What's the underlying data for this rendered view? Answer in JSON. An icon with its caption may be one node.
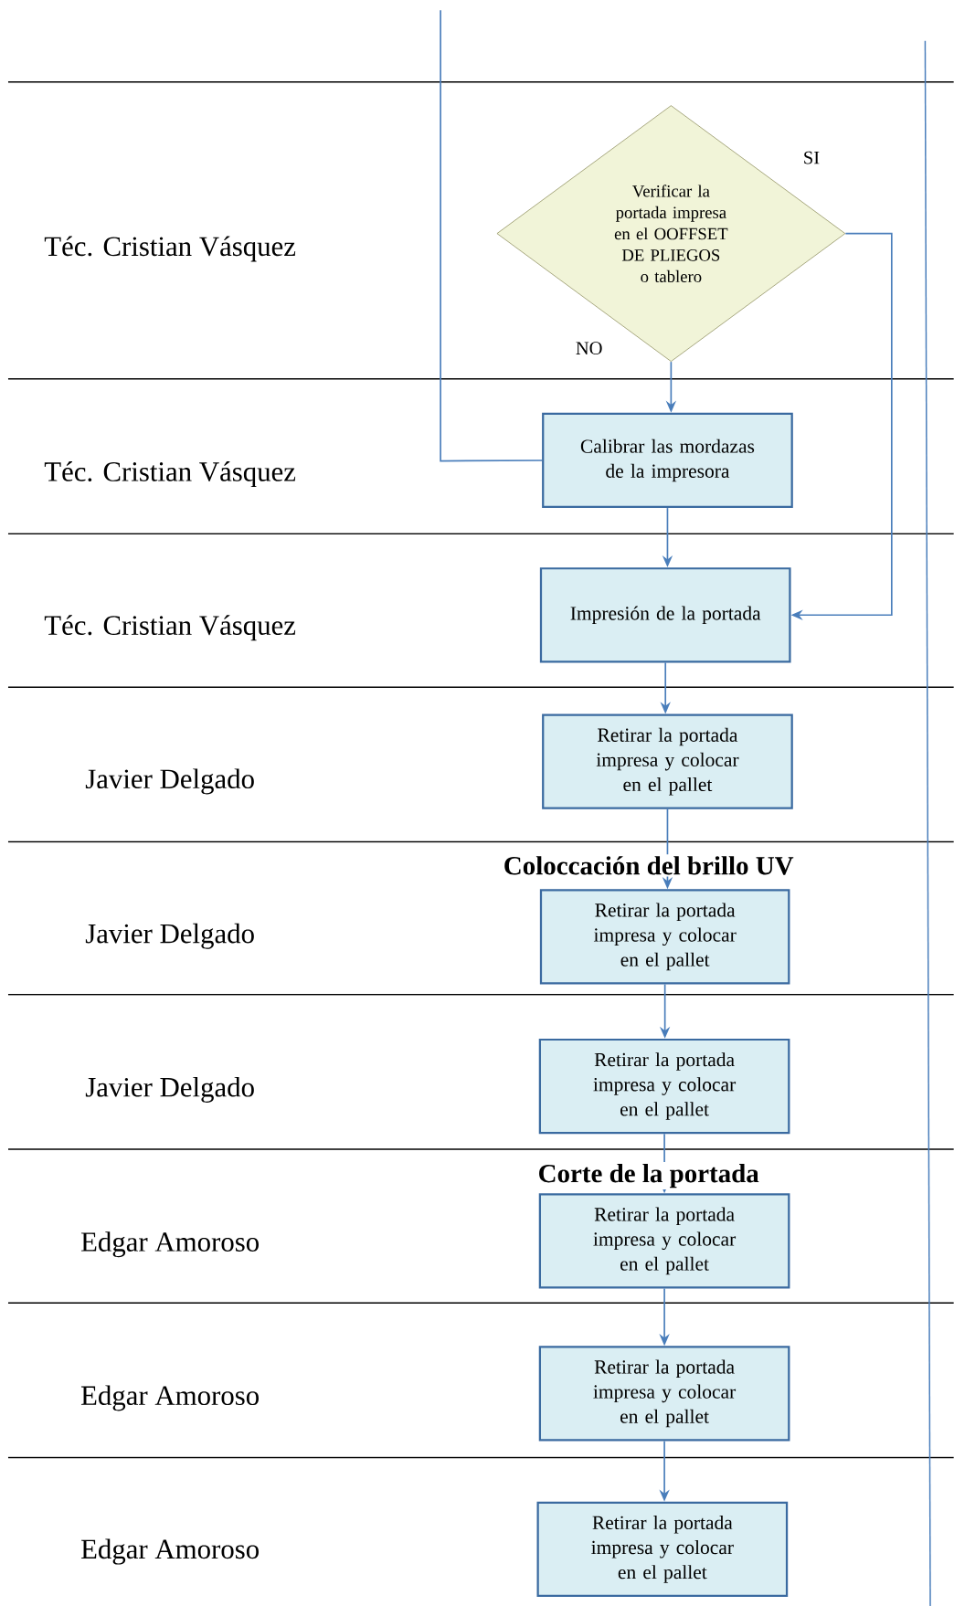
{
  "diagram": {
    "nodes": [
      {
        "text": [
          "Verificar la portada impresa en el OOFFSET DE PLIEGOS o tablero"
        ]
      },
      {
        "text": [
          "Calibrar las mordazas de la impresora"
        ]
      },
      {
        "text": [
          "Impresión de la portada"
        ]
      },
      {
        "text": [
          "Retirar la portada impresa y colocar en el pallet"
        ]
      },
      {
        "text": [
          "Retirar la portada impresa y colocar en el pallet"
        ]
      },
      {
        "text": [
          "Retirar la portada impresa y colocar en el pallet"
        ]
      },
      {
        "text": [
          "Retirar la portada impresa y colocar en el pallet"
        ]
      },
      {
        "text": [
          "Retirar la portada impresa y colocar en el pallet"
        ]
      },
      {
        "text": [
          "Retirar la portada impresa y colocar en el pallet"
        ]
      }
    ],
    "edges": [
      {
        "from": 0,
        "to": 1,
        "arrow": "to",
        "label": "NO"
      },
      {
        "from": 0,
        "to": 2,
        "arrow": "to",
        "label": "SI"
      },
      {
        "from": 1,
        "to": 2,
        "arrow": "to"
      },
      {
        "from": 2,
        "to": 3,
        "arrow": "to"
      },
      {
        "from": 3,
        "to": 4,
        "arrow": "to"
      },
      {
        "from": 4,
        "to": 5,
        "arrow": "to"
      },
      {
        "from": 5,
        "to": 6,
        "arrow": "to"
      },
      {
        "from": 6,
        "to": 7,
        "arrow": "to"
      },
      {
        "from": 7,
        "to": 8,
        "arrow": "to"
      },
      {
        "from": 1,
        "to": null,
        "arrow": "none"
      }
    ],
    "labels": [
      "Téc. Cristian Vásquez",
      "Téc. Cristian Vásquez",
      "Téc. Cristian Vásquez",
      "Javier Delgado",
      "Coloccación del brillo UV",
      "Javier Delgado",
      "Javier Delgado",
      "Corte de la portada",
      "Edgar Amoroso",
      "Edgar Amoroso",
      "Edgar Amoroso"
    ]
  }
}
